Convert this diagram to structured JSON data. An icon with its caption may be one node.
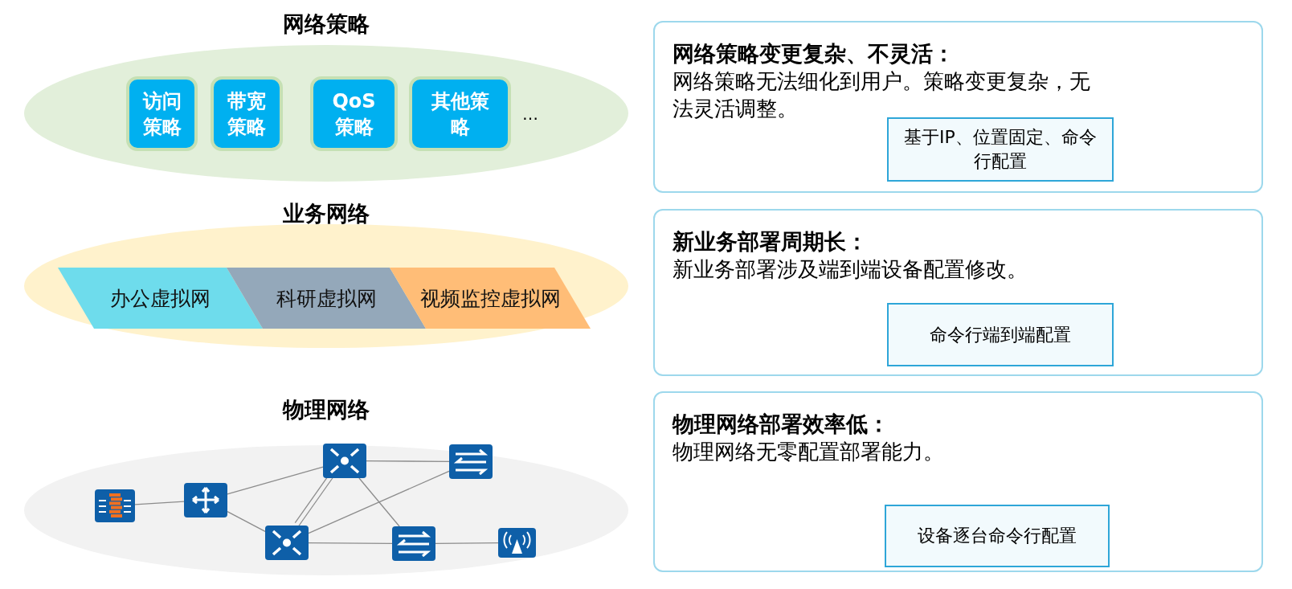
{
  "diagram": {
    "nodes": [
      {
        "text": [
          "网络策略"
        ]
      },
      {
        "text": [
          "访问策略"
        ],
        "in": 0
      },
      {
        "text": [
          "带宽策略"
        ],
        "in": 0
      },
      {
        "text": [
          "QoS 策略"
        ],
        "in": 0
      },
      {
        "text": [
          "其他策略"
        ],
        "in": 0
      },
      {
        "text": [
          "业务网络"
        ]
      },
      {
        "text": [
          "办公虚拟网"
        ],
        "in": 5
      },
      {
        "text": [
          "科研虚拟网"
        ],
        "in": 5
      },
      {
        "text": [
          "视频监控虚拟网"
        ],
        "in": 5
      },
      {
        "text": [
          "物理网络"
        ]
      },
      {
        "text": [],
        "shape": "firewall",
        "in": 9
      },
      {
        "text": [],
        "shape": "router",
        "in": 9
      },
      {
        "text": [],
        "shape": "hub",
        "in": 9
      },
      {
        "text": [],
        "shape": "switch",
        "in": 9
      },
      {
        "text": [],
        "shape": "hub",
        "in": 9
      },
      {
        "text": [],
        "shape": "switch",
        "in": 9
      },
      {
        "text": [],
        "shape": "antenna",
        "in": 9
      },
      {
        "text": [
          "网络策略变更复杂、不灵活：",
          "网络策略无法细化到用户。策略变更复杂，无法灵活调整。"
        ]
      },
      {
        "text": [
          "基于IP、位置固定、命令行配置"
        ],
        "in": 17
      },
      {
        "text": [
          "新业务部署周期长：",
          "新业务部署涉及端到端设备配置修改。"
        ]
      },
      {
        "text": [
          "命令行端到端配置"
        ],
        "in": 19
      },
      {
        "text": [
          "物理网络部署效率低：",
          "物理网络无零配置部署能力。"
        ]
      },
      {
        "text": [
          "设备逐台命令行配置"
        ],
        "in": 21
      }
    ],
    "edges": [
      {
        "from": 10,
        "to": 11,
        "arrow": "none"
      },
      {
        "from": 11,
        "to": 12,
        "arrow": "none"
      },
      {
        "from": 11,
        "to": 14,
        "arrow": "none"
      },
      {
        "from": 12,
        "to": 13,
        "arrow": "none"
      },
      {
        "from": 12,
        "to": 14,
        "arrow": "none"
      },
      {
        "from": 12,
        "to": 14,
        "arrow": "none"
      },
      {
        "from": 12,
        "to": 15,
        "arrow": "none"
      },
      {
        "from": 13,
        "to": 14,
        "arrow": "none"
      },
      {
        "from": 14,
        "to": 15,
        "arrow": "none"
      },
      {
        "from": 15,
        "to": 16,
        "arrow": "none"
      }
    ],
    "labels": [
      "…"
    ]
  }
}
